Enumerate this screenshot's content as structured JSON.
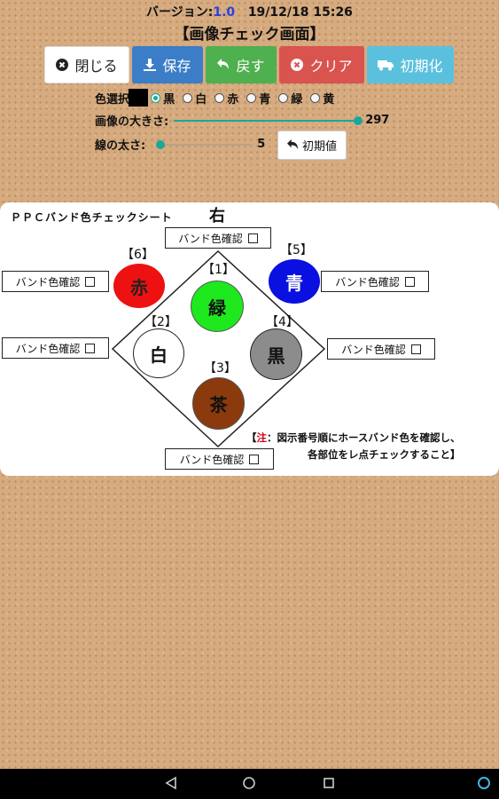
{
  "header": {
    "version_label": "バージョン:",
    "version_number": "1.0",
    "datetime": "19/12/18 15:26",
    "title": "【画像チェック画面】"
  },
  "toolbar": {
    "close_label": "閉じる",
    "save_label": "保存",
    "back_label": "戻す",
    "clear_label": "クリア",
    "init_label": "初期化"
  },
  "controls": {
    "color_label": "色選択:",
    "selected_color": "#000000",
    "color_options": [
      "黒",
      "白",
      "赤",
      "青",
      "緑",
      "黄"
    ],
    "selected_index": 0,
    "image_size_label": "画像の大きさ:",
    "image_size_value": "297",
    "image_size_fraction": 1.0,
    "line_width_label": "線の太さ:",
    "line_width_value": "5",
    "line_width_fraction": 0.03,
    "reset_label": "初期値"
  },
  "sheet": {
    "title": "ＰＰＣバンド色チェックシート",
    "side": "右",
    "check_label": "バンド色確認",
    "positions": [
      {
        "num": "【1】",
        "color_name": "緑",
        "fill": "#1ee81e"
      },
      {
        "num": "【2】",
        "color_name": "白",
        "fill": "#ffffff"
      },
      {
        "num": "【3】",
        "color_name": "茶",
        "fill": "#8b3a0e"
      },
      {
        "num": "【4】",
        "color_name": "黒",
        "fill": "#8c8c8c"
      },
      {
        "num": "【5】",
        "color_name": "青",
        "fill": "#0a10e0"
      },
      {
        "num": "【6】",
        "color_name": "赤",
        "fill": "#ee1111"
      }
    ],
    "note_prefix": "【",
    "note_mark": "注",
    "note_line1": "：図示番号順にホースバンド色を確認し、",
    "note_line2": "各部位をレ点チェックすること】"
  },
  "colors": {
    "accent": "#1aa89a",
    "save": "#3b7dc7",
    "back": "#4fb04f",
    "clear": "#d9534f",
    "init": "#5bc0de"
  },
  "navbar": {
    "back_icon": "back-triangle-icon",
    "home_icon": "home-circle-icon",
    "recents_icon": "recents-square-icon"
  }
}
